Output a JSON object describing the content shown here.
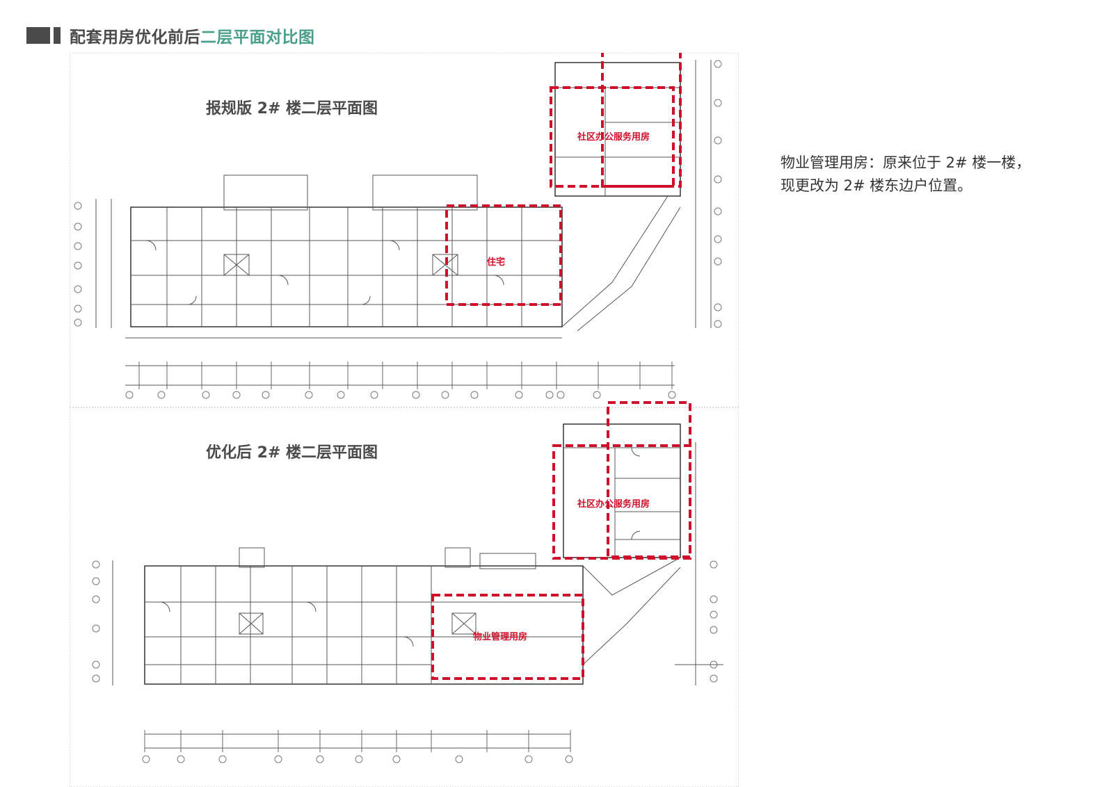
{
  "header": {
    "title_main": "配套用房优化前后",
    "title_highlight": "二层平面对比图",
    "accent_color": "#4a9e8a",
    "dark_color": "#4a4a4a"
  },
  "plan_before": {
    "title": "报规版 2# 楼二层平面图",
    "label_community": "社区办公服务用房",
    "label_residence": "住宅"
  },
  "plan_after": {
    "title": "优化后 2# 楼二层平面图",
    "label_community": "社区办公服务用房",
    "label_property": "物业管理用房"
  },
  "note": {
    "line1": "物业管理用房：原来位于 2# 楼一楼，",
    "line2": "现更改为 2# 楼东边户位置。"
  },
  "colors": {
    "highlight_red": "#d0102a",
    "line": "#555555"
  }
}
